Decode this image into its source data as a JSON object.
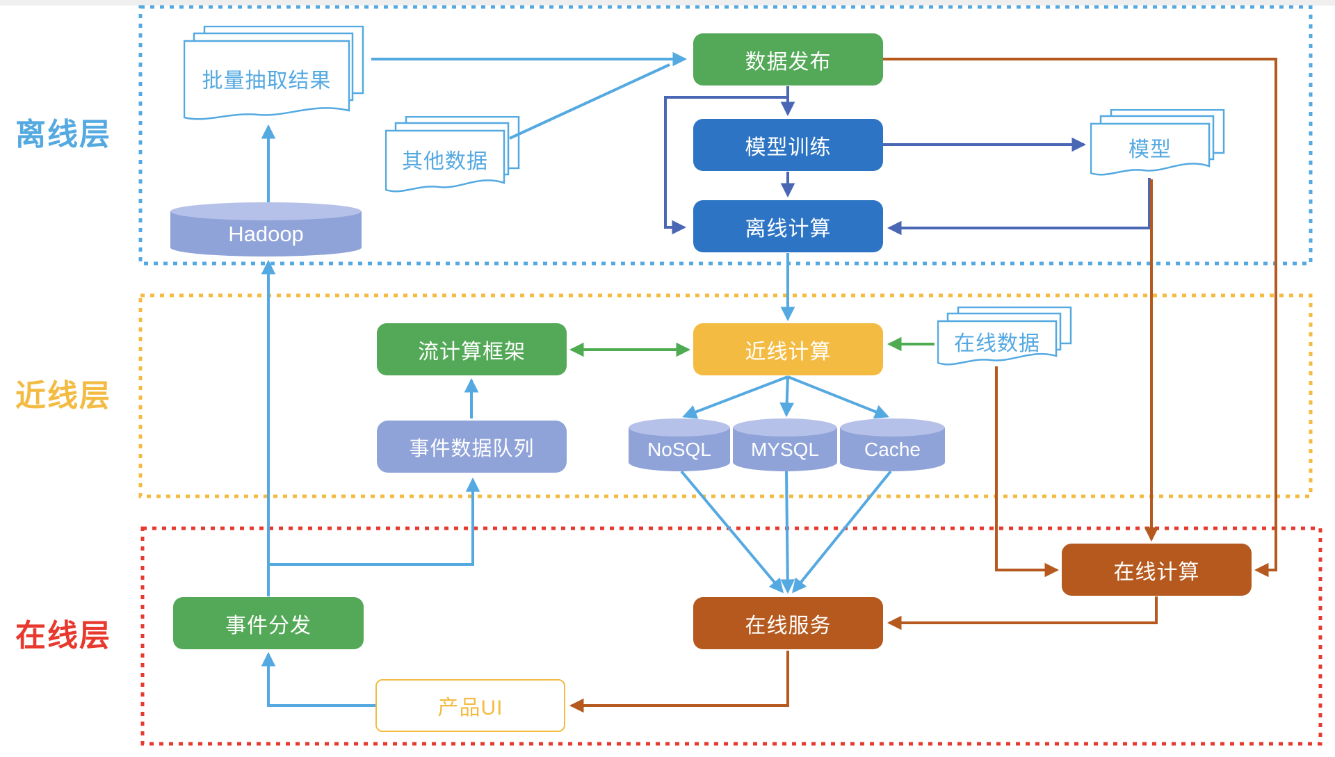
{
  "layers": [
    {
      "id": "offline",
      "label": "离线层"
    },
    {
      "id": "nearline",
      "label": "近线层"
    },
    {
      "id": "online",
      "label": "在线层"
    }
  ],
  "nodes": {
    "batch_docs": "批量抽取结果",
    "other_data": "其他数据",
    "data_publish": "数据发布",
    "model_train": "模型训练",
    "offline_compute": "离线计算",
    "model_doc": "模型",
    "hadoop": "Hadoop",
    "stream_framework": "流计算框架",
    "nearline_compute": "近线计算",
    "online_data": "在线数据",
    "event_queue": "事件数据队列",
    "nosql": "NoSQL",
    "mysql": "MYSQL",
    "cache": "Cache",
    "event_dispatch": "事件分发",
    "online_service": "在线服务",
    "online_compute": "在线计算",
    "product_ui": "产品UI"
  },
  "colors": {
    "lightblue": "#54A9E1",
    "green": "#53A957",
    "green2": "#4FAB52",
    "darkblue": "#2D75C4",
    "indigo": "#4A67B5",
    "peri": "#8FA3D9",
    "perilight": "#B5C1E8",
    "amber": "#F3BB42",
    "brown": "#B5591E",
    "red": "#E7392E"
  }
}
